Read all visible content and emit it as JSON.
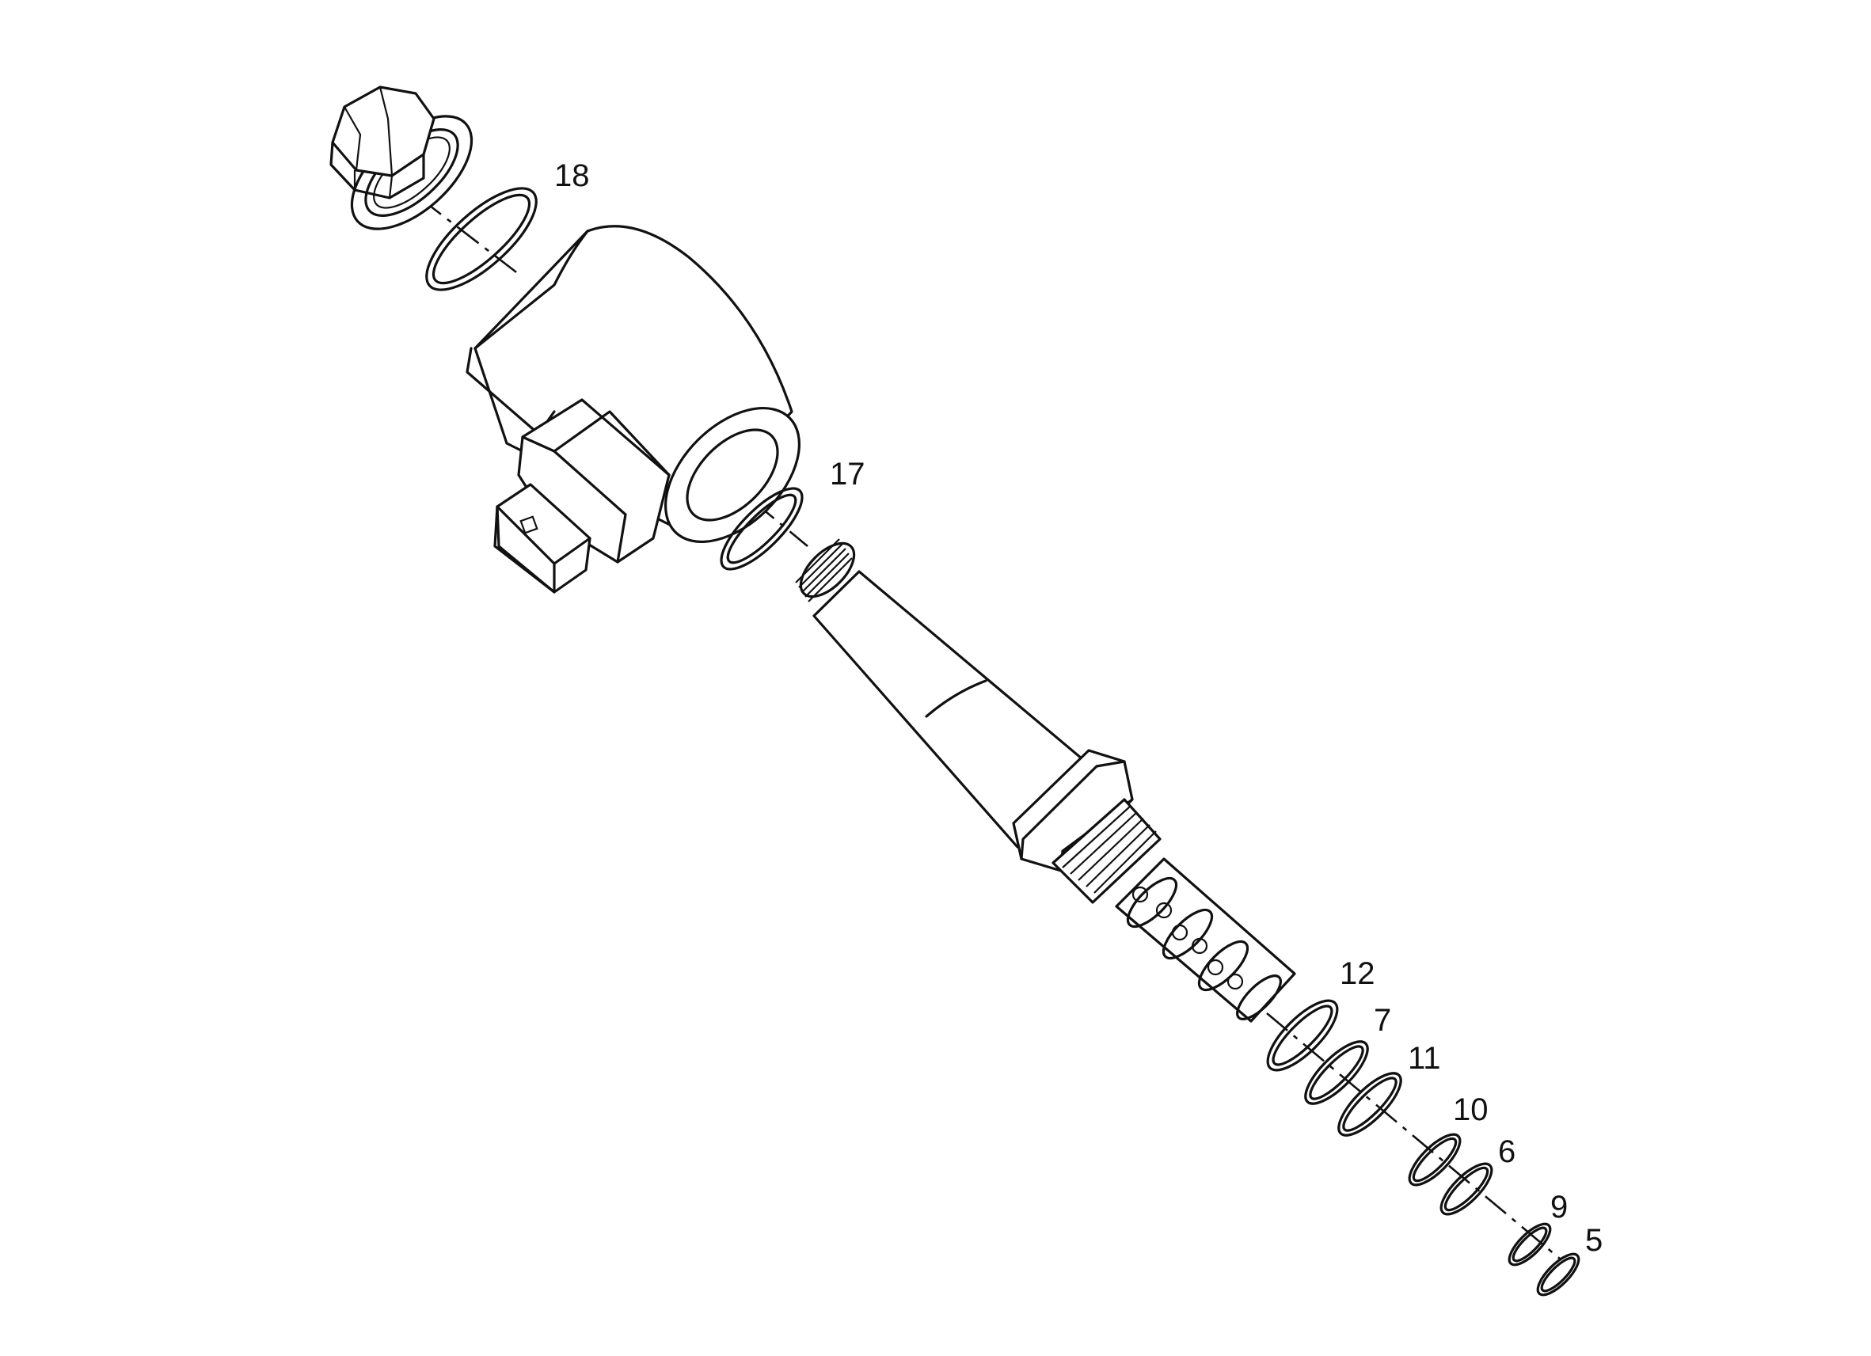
{
  "callouts": [
    {
      "id": "18",
      "label": "18"
    },
    {
      "id": "17",
      "label": "17"
    },
    {
      "id": "12",
      "label": "12"
    },
    {
      "id": "7",
      "label": "7"
    },
    {
      "id": "11",
      "label": "11"
    },
    {
      "id": "10",
      "label": "10"
    },
    {
      "id": "6",
      "label": "6"
    },
    {
      "id": "9",
      "label": "9"
    },
    {
      "id": "5",
      "label": "5"
    }
  ]
}
